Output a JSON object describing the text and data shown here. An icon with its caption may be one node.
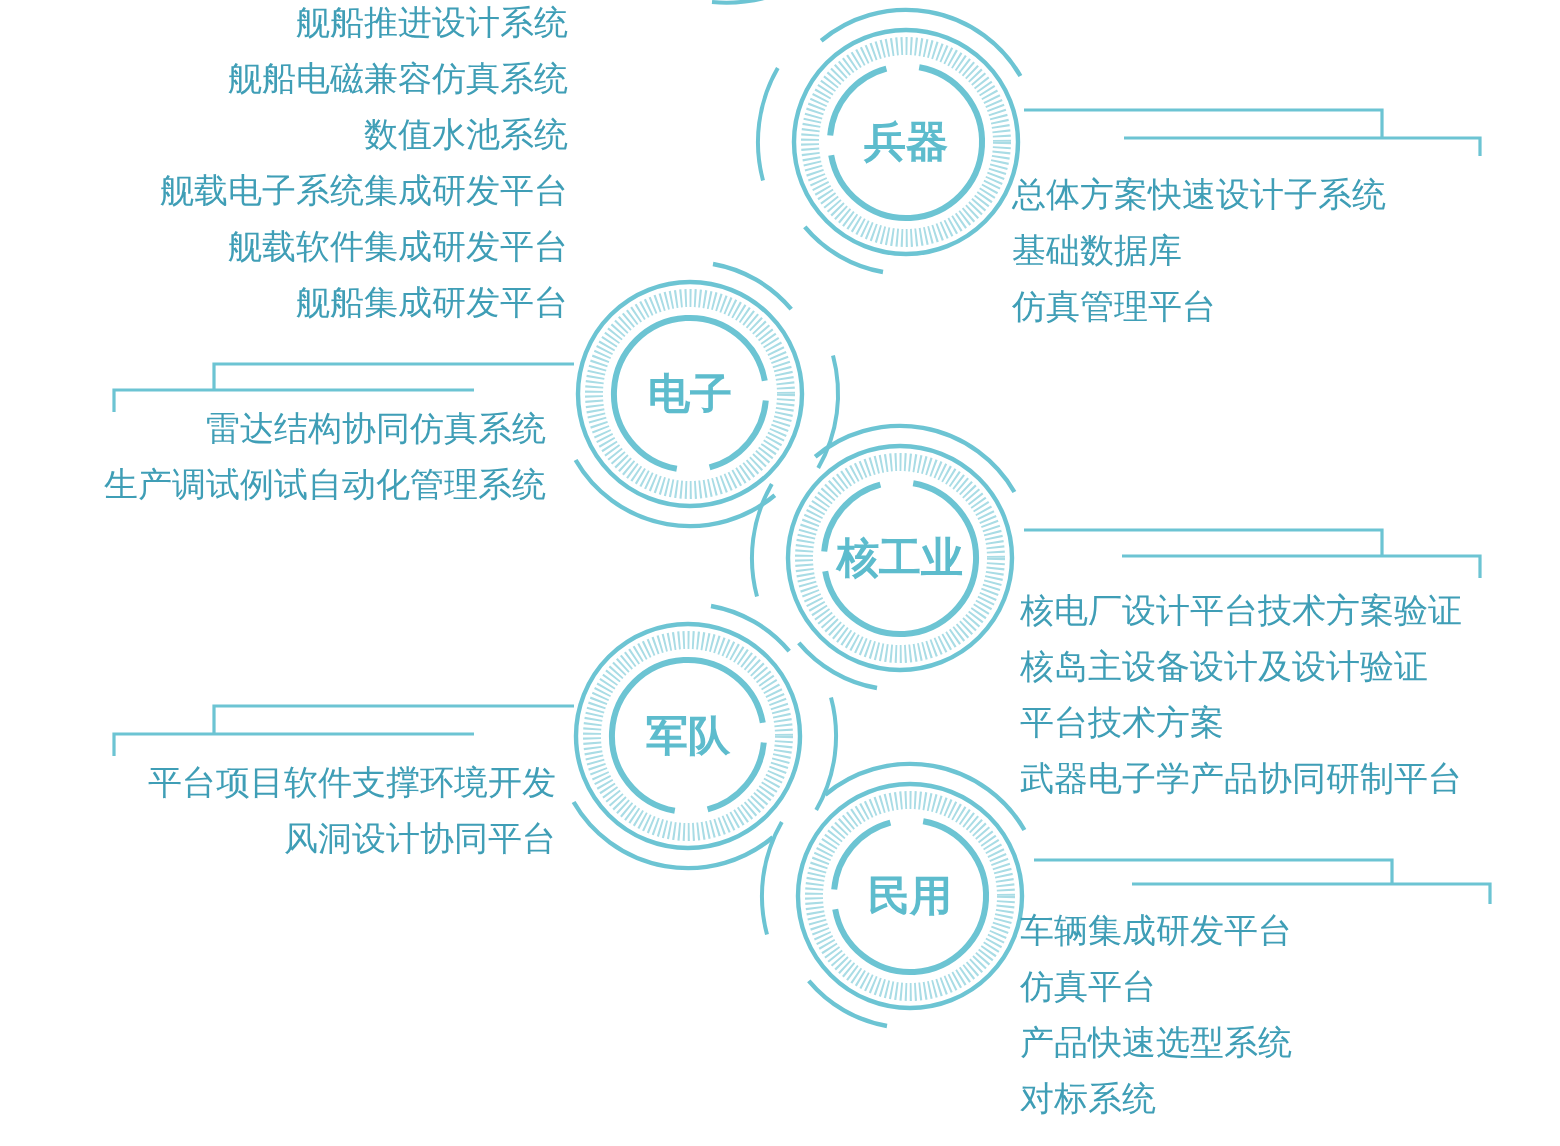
{
  "diagram": {
    "nodes": [
      {
        "text": [
          "兵器"
        ],
        "beside": [
          "总体方案快速设计子系统",
          "基础数据库",
          "仿真管理平台"
        ]
      },
      {
        "text": [
          "电子"
        ],
        "beside": [
          "雷达结构协同仿真系统",
          "生产调试例试自动化管理系统"
        ]
      },
      {
        "text": [
          "核工业"
        ],
        "beside": [
          "核电厂设计平台技术方案验证",
          "核岛主设备设计及设计验证",
          "平台技术方案"
        ]
      },
      {
        "text": [
          "军队"
        ],
        "beside": [
          "平台项目软件支撑环境开发",
          "风洞设计协同平台"
        ]
      },
      {
        "text": [
          "民用"
        ],
        "beside": [
          "车辆集成研发平台",
          "仿真平台",
          "产品快速选型系统",
          "对标系统"
        ]
      }
    ],
    "labels": [
      "舰船推进设计系统",
      "舰船电磁兼容仿真系统",
      "数值水池系统",
      "舰载电子系统集成研发平台",
      "舰载软件集成研发平台",
      "舰船集成研发平台",
      "武器电子学产品协同研制平台"
    ]
  }
}
